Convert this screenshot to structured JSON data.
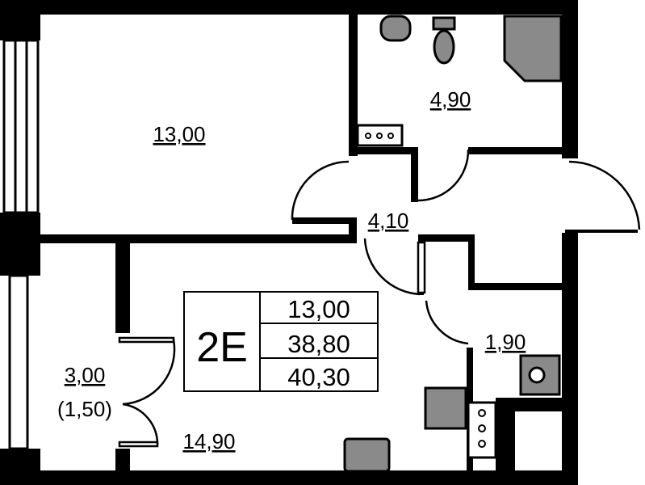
{
  "plan": {
    "apartment_code": "2E",
    "summary": {
      "living_area": "13,00",
      "total_area": "38,80",
      "total_area_with_balcony": "40,30"
    },
    "rooms": {
      "bedroom": "13,00",
      "bathroom": "4,90",
      "hallway": "4,10",
      "balcony": "3,00",
      "balcony_reduced": "(1,50)",
      "kitchen_living": "14,90",
      "utility": "1,90"
    },
    "colors": {
      "wall": "#000000",
      "fixture": "#8a8a8a",
      "floor": "#ffffff"
    }
  }
}
